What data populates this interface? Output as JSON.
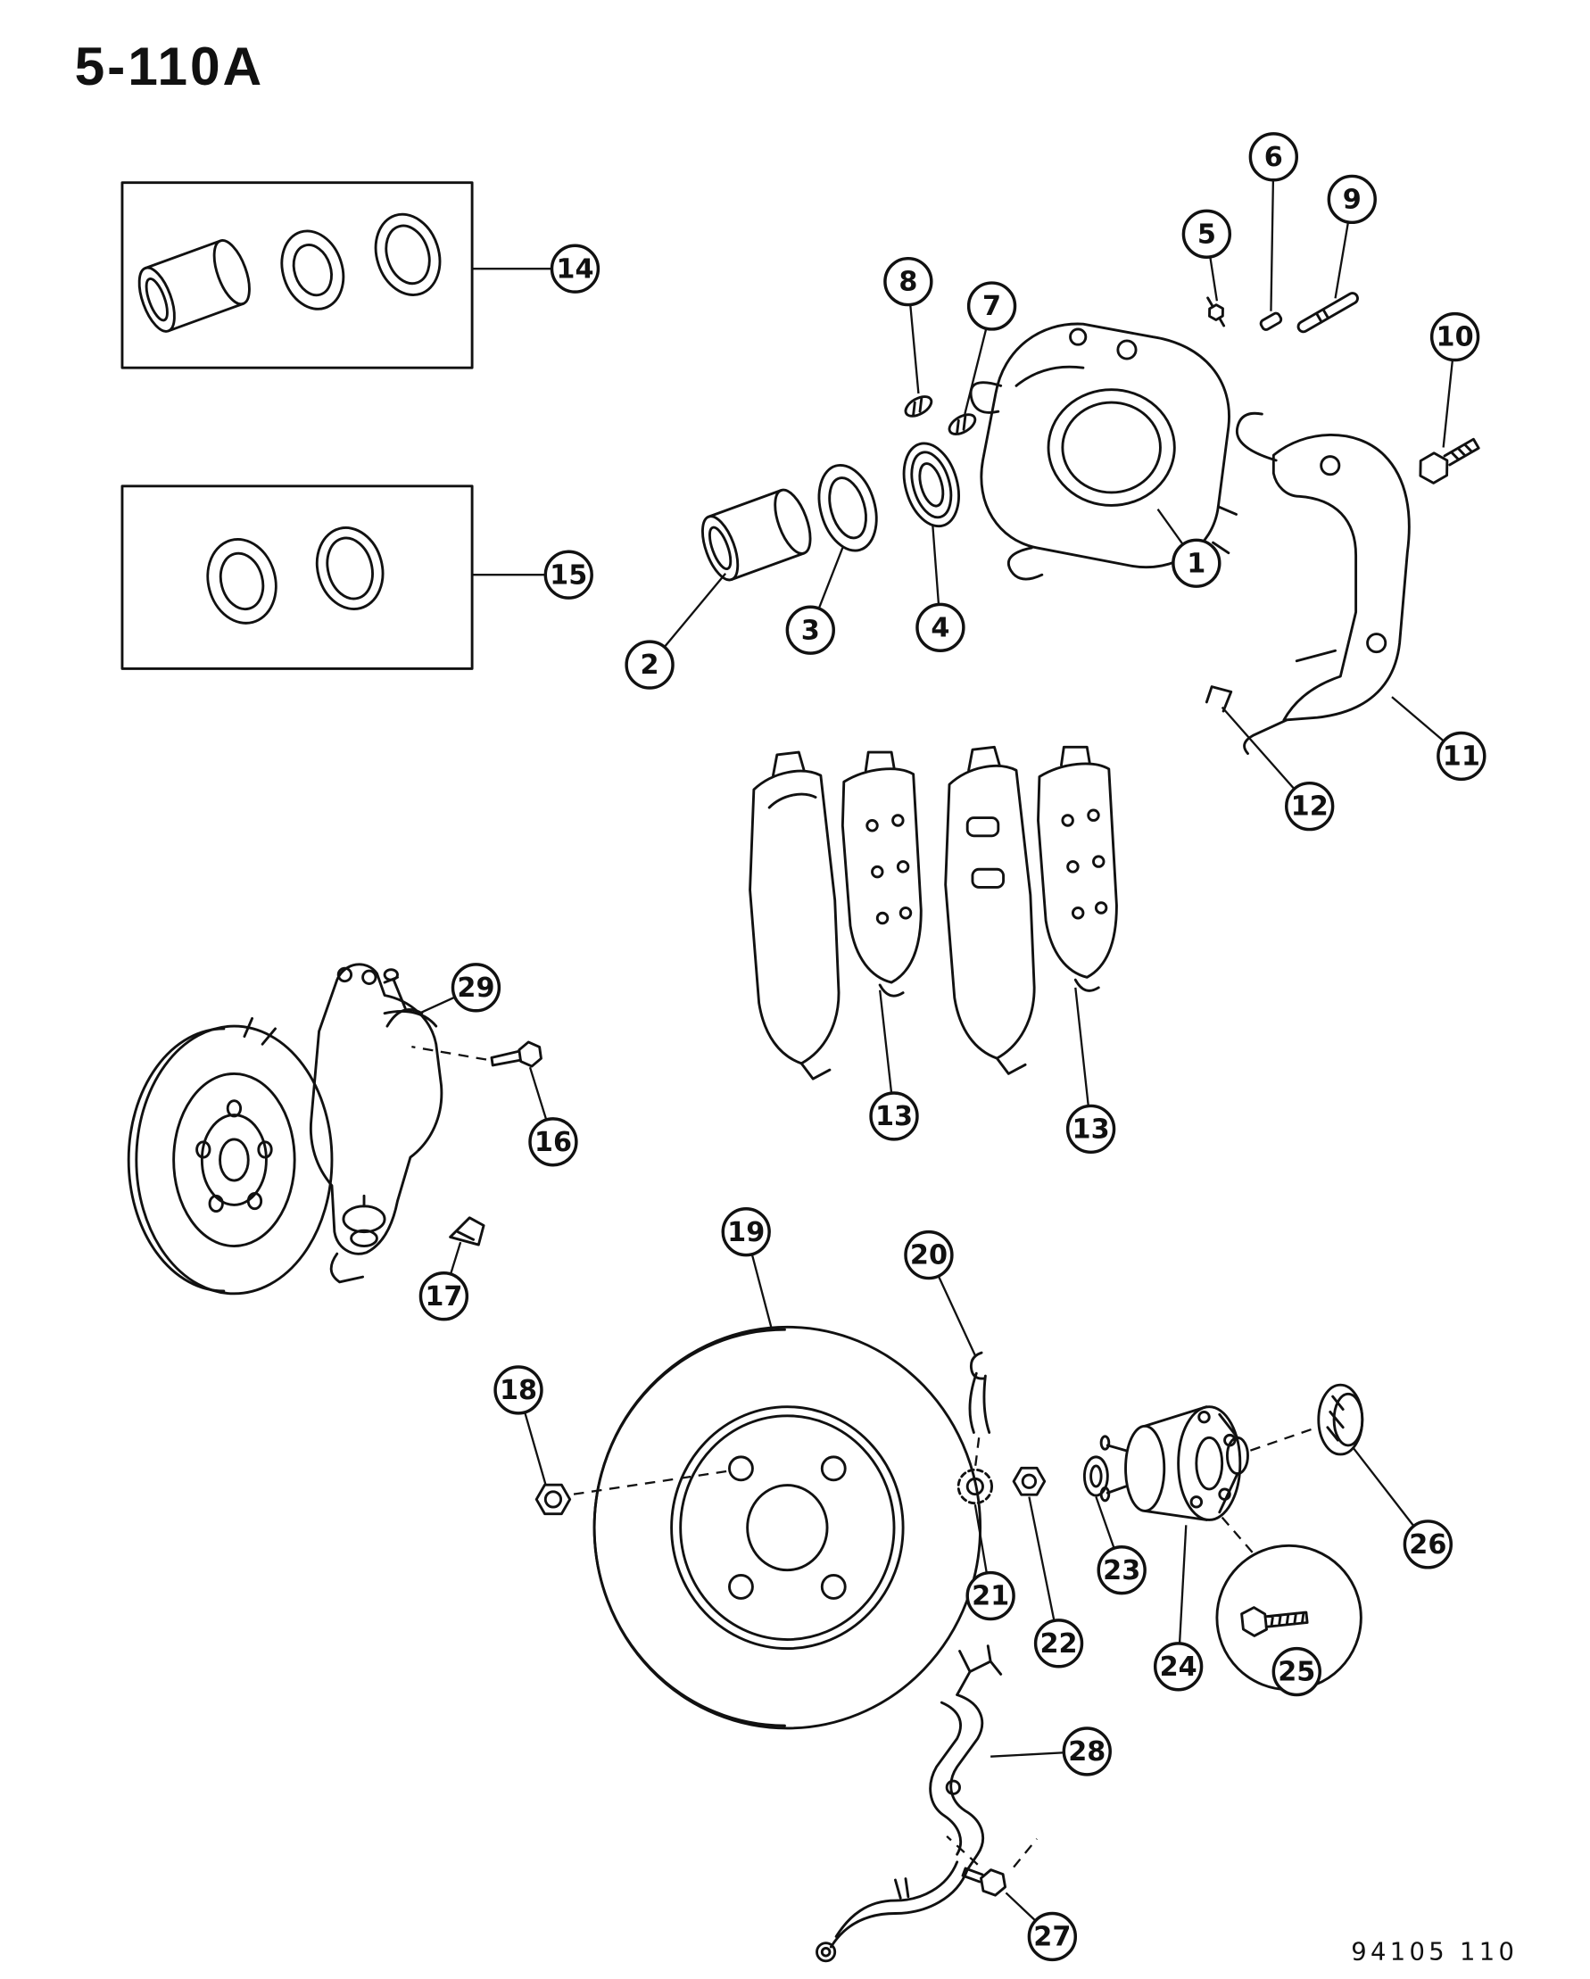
{
  "page": {
    "title": "5-110A",
    "footer_code": "94105 110",
    "background": "#ffffff",
    "ink": "#111111"
  },
  "diagram": {
    "callouts": [
      "14",
      "15",
      "8",
      "7",
      "5",
      "6",
      "9",
      "10",
      "1",
      "2",
      "3",
      "4",
      "11",
      "12",
      "13",
      "13",
      "29",
      "16",
      "17",
      "19",
      "18",
      "20",
      "21",
      "22",
      "23",
      "24",
      "25",
      "26",
      "28",
      "27"
    ]
  }
}
